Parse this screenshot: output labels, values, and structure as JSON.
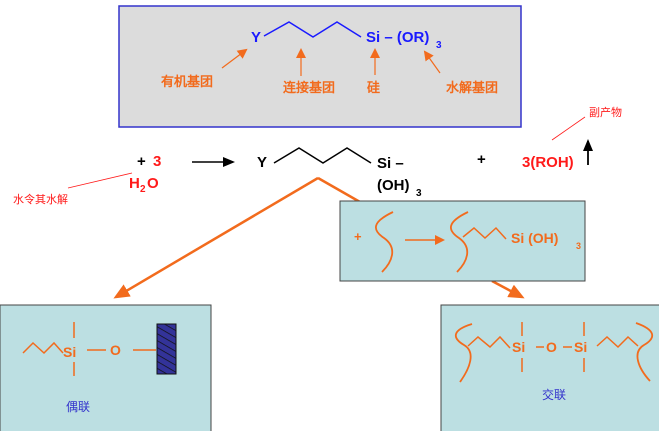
{
  "colors": {
    "blue": "#1a1aff",
    "orange": "#f26b1d",
    "red": "#ff1a1a",
    "black": "#000000",
    "top_box_fill": "#dcdcdc",
    "top_box_border": "#3333cc",
    "teal_fill": "#bcdfe2",
    "substrate": "#333399"
  },
  "structure_box": {
    "y_label": "Y",
    "si_or": "Si – (OR)",
    "sub3": "3",
    "labels": {
      "organic": "有机基团",
      "linker": "连接基团",
      "silicon": "硅",
      "hydrolyzable": "水解基团"
    }
  },
  "reaction": {
    "plus": "+",
    "three": "3",
    "h": "H",
    "h2_sub": "2",
    "o": "O",
    "hydrolysis_note": "水令其水解",
    "product_y": "Y",
    "product_si": "Si –",
    "product_oh": "(OH)",
    "product_sub3": "3",
    "plus2": "+",
    "byproduct": "3(ROH)",
    "byproduct_note": "副产物"
  },
  "middle_box": {
    "plus": "+",
    "product": "Si (OH)",
    "sub3": "3"
  },
  "coupling_box": {
    "si": "Si",
    "o": "O",
    "label": "偶联"
  },
  "crosslink_box": {
    "si1": "Si",
    "o": "O",
    "si2": "Si",
    "label": "交联"
  }
}
